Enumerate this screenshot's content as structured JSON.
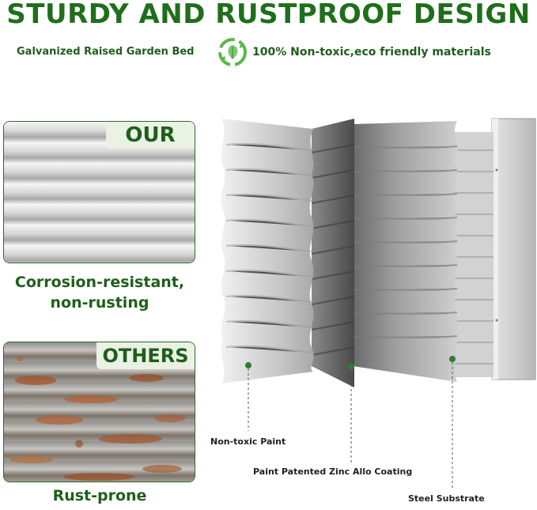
{
  "header": {
    "title": "STURDY AND RUSTPROOF DESIGN",
    "subtitle_left": "Galvanized Raised Garden Bed",
    "subtitle_right": "100% Non-toxic,eco friendly materials",
    "eco_icon": "recycle-leaf-icon"
  },
  "comparison": {
    "our": {
      "tag": "OUR",
      "caption_line1": "Corrosion-resistant,",
      "caption_line2": "non-rusting"
    },
    "others": {
      "tag": "OTHERS",
      "caption": "Rust-prone"
    }
  },
  "layers": {
    "paint": "Non-toxic Paint",
    "coating": "Paint Patented Zinc Allo Coating",
    "substrate": "Steel Substrate"
  },
  "colors": {
    "brand_green": "#1f6e1b",
    "tag_background": "#eaf2e4",
    "dot_green": "#2e7d32"
  }
}
